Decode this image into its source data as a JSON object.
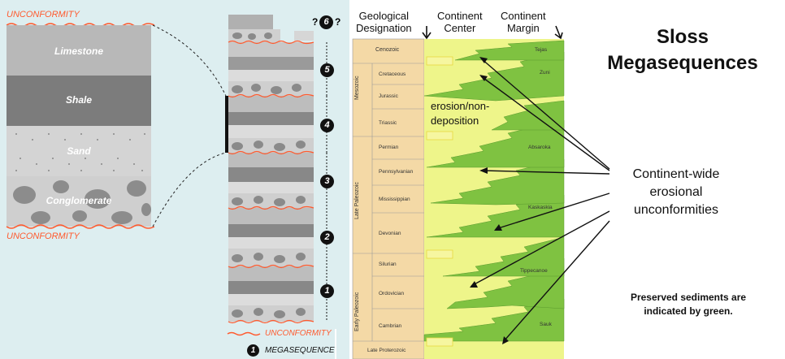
{
  "left": {
    "unconformity_top": "UNCONFORMITY",
    "unconformity_bottom": "UNCONFORMITY",
    "layers": [
      "Limestone",
      "Shale",
      "Sand",
      "Conglomerate"
    ],
    "megasequence_numbers": [
      "1",
      "2",
      "3",
      "4",
      "5",
      "6"
    ],
    "question_marks": [
      "?",
      "?"
    ],
    "legend": {
      "unconformity": "UNCONFORMITY",
      "megasequence": "MEGASEQUENCE",
      "badge": "1"
    }
  },
  "right": {
    "headers": {
      "designation": "Geological\nDesignation",
      "center": "Continent\nCenter",
      "margin": "Continent\nMargin"
    },
    "title_line1": "Sloss",
    "title_line2": "Megasequences",
    "eras": [
      "Mesozoic",
      "Late Paleozoic",
      "Early Paleozoic"
    ],
    "cenozoic": "Cenozoic",
    "late_proterozoic": "Late Proterozoic",
    "periods": [
      "Cretaceous",
      "Jurassic",
      "Triassic",
      "Permian",
      "Pennsylvanian",
      "Mississippian",
      "Devonian",
      "Silurian",
      "Ordovician",
      "Cambrian"
    ],
    "sequences": [
      "Tejas",
      "Zuni",
      "Absaroka",
      "Kaskaskia",
      "Tippecanoe",
      "Sauk"
    ],
    "erosion_label": "erosion/non-\ndeposition",
    "unconformities_label": "Continent-wide\nerosional\nunconformities",
    "preserved_note": "Preserved sediments are\nindicated by green.",
    "colors": {
      "green": "#7fc241",
      "pale": "#eef58a",
      "tan": "#f4d9a6"
    }
  }
}
